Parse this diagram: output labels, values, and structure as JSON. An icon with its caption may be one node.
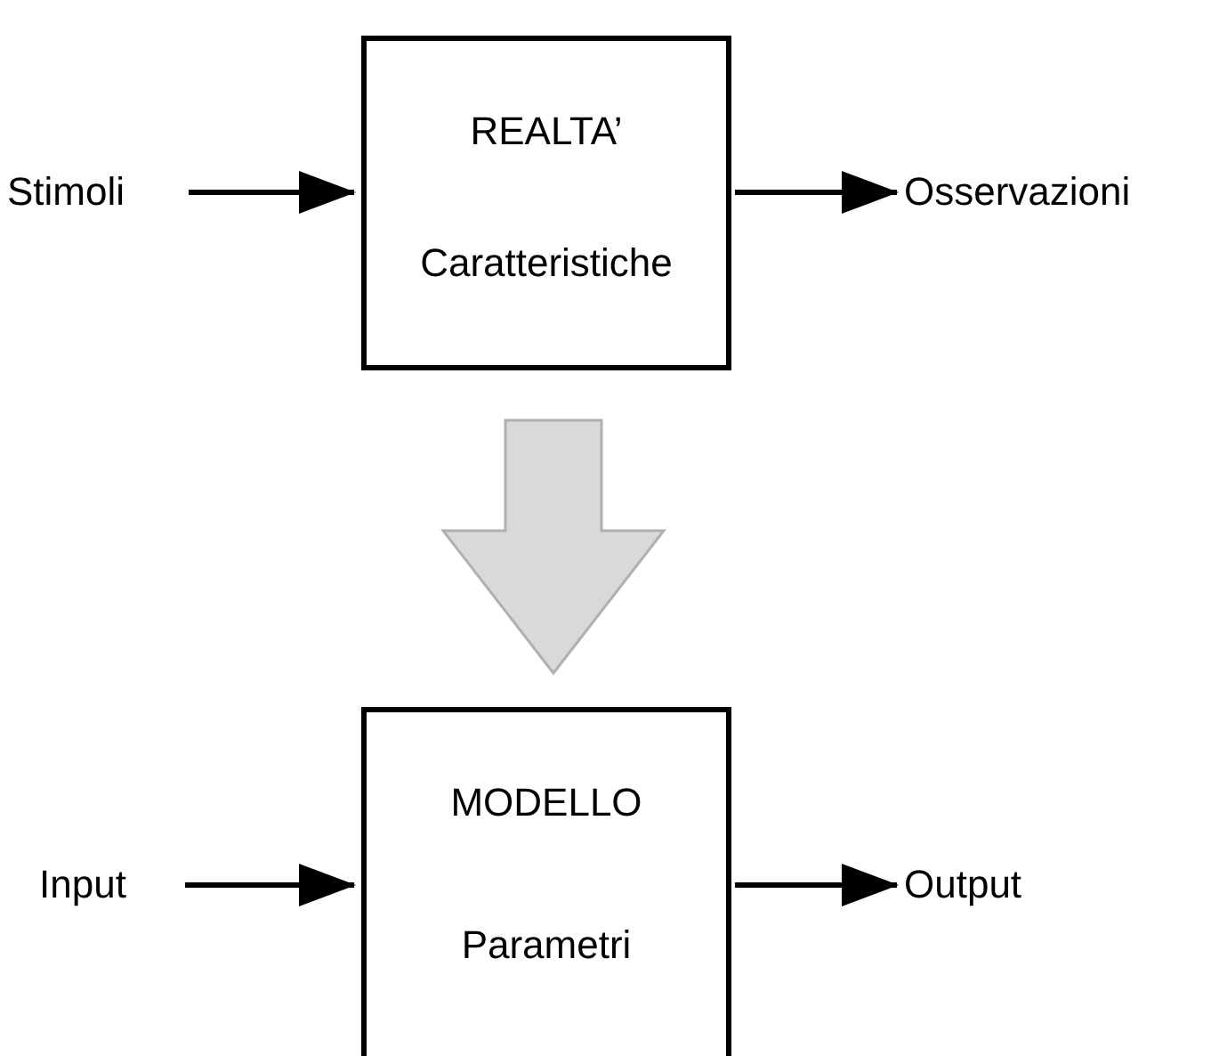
{
  "diagram": {
    "nodes": [
      {
        "text": [
          "REALTA’",
          "Caratteristiche"
        ]
      },
      {
        "text": [
          "Stimoli"
        ]
      },
      {
        "text": [
          "Osservazioni"
        ]
      },
      {
        "text": [
          "MODELLO",
          "Parametri"
        ]
      },
      {
        "text": [
          "Input"
        ]
      },
      {
        "text": [
          "Output"
        ]
      }
    ],
    "edges": [
      {
        "from": 1,
        "to": 0,
        "arrow": "to"
      },
      {
        "from": 0,
        "to": 2,
        "arrow": "to"
      },
      {
        "from": 0,
        "to": 3,
        "arrow": "to",
        "style": "thick",
        "color": "#d9d9d9"
      },
      {
        "from": 4,
        "to": 3,
        "arrow": "to"
      },
      {
        "from": 3,
        "to": 5,
        "arrow": "to"
      }
    ]
  }
}
